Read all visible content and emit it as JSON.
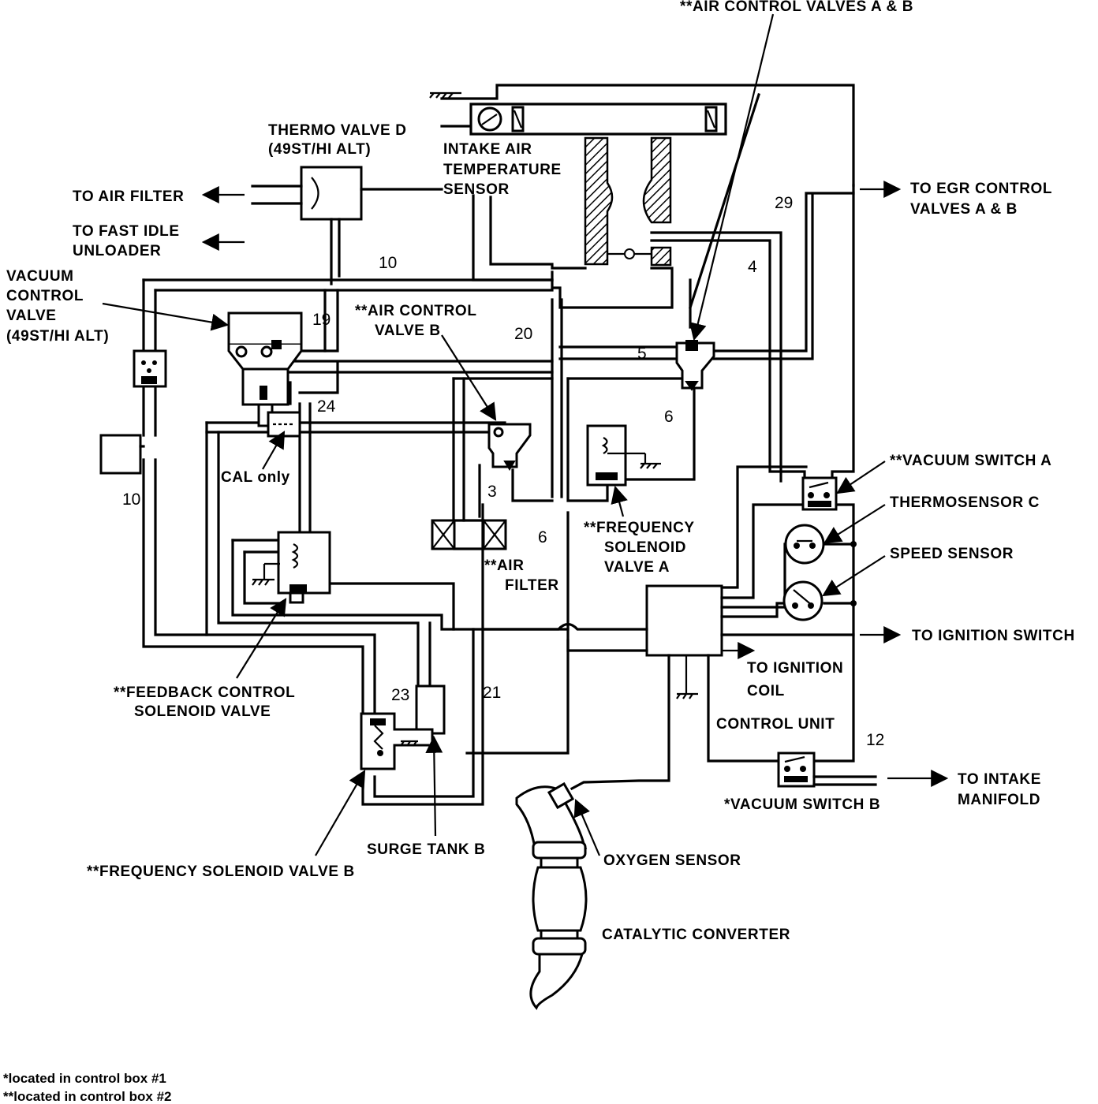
{
  "labels": {
    "air_control_valves_ab": "**AIR CONTROL VALVES A & B",
    "thermo_valve_d_1": "THERMO VALVE D",
    "thermo_valve_d_2": "(49ST/HI ALT)",
    "intake_air_temp_1": "INTAKE AIR",
    "intake_air_temp_2": "TEMPERATURE",
    "intake_air_temp_3": "SENSOR",
    "to_air_filter": "TO AIR FILTER",
    "to_fast_idle_1": "TO FAST IDLE",
    "to_fast_idle_2": "UNLOADER",
    "vacuum_control_1": "VACUUM",
    "vacuum_control_2": "CONTROL",
    "vacuum_control_3": "VALVE",
    "vacuum_control_4": "(49ST/HI ALT)",
    "to_egr_1": "TO EGR CONTROL",
    "to_egr_2": "VALVES A & B",
    "air_control_valve_b_1": "**AIR CONTROL",
    "air_control_valve_b_2": "VALVE B",
    "cal_only": "CAL only",
    "vacuum_switch_a": "**VACUUM SWITCH A",
    "thermosensor_c": "THERMOSENSOR C",
    "speed_sensor": "SPEED SENSOR",
    "freq_sol_a_1": "**FREQUENCY",
    "freq_sol_a_2": "SOLENOID",
    "freq_sol_a_3": "VALVE A",
    "air_filter_1": "**AIR",
    "air_filter_2": "FILTER",
    "to_ignition_switch": "TO IGNITION SWITCH",
    "to_ignition_coil_1": "TO IGNITION",
    "to_ignition_coil_2": "COIL",
    "control_unit": "CONTROL UNIT",
    "feedback_1": "**FEEDBACK CONTROL",
    "feedback_2": "SOLENOID VALVE",
    "vacuum_switch_b": "*VACUUM SWITCH B",
    "to_intake_1": "TO INTAKE",
    "to_intake_2": "MANIFOLD",
    "surge_tank_b": "SURGE TANK B",
    "oxygen_sensor": "OXYGEN SENSOR",
    "freq_sol_b": "**FREQUENCY SOLENOID VALVE B",
    "catalytic_converter": "CATALYTIC CONVERTER"
  },
  "hose_numbers": {
    "n29": "29",
    "n10a": "10",
    "n4": "4",
    "n19": "19",
    "n20": "20",
    "n5": "5",
    "n24": "24",
    "n6a": "6",
    "n10b": "10",
    "n3": "3",
    "n6b": "6",
    "n23": "23",
    "n21": "21",
    "n12": "12"
  },
  "footnotes": {
    "single": "*located in control box #1",
    "double": "**located in control box #2"
  }
}
